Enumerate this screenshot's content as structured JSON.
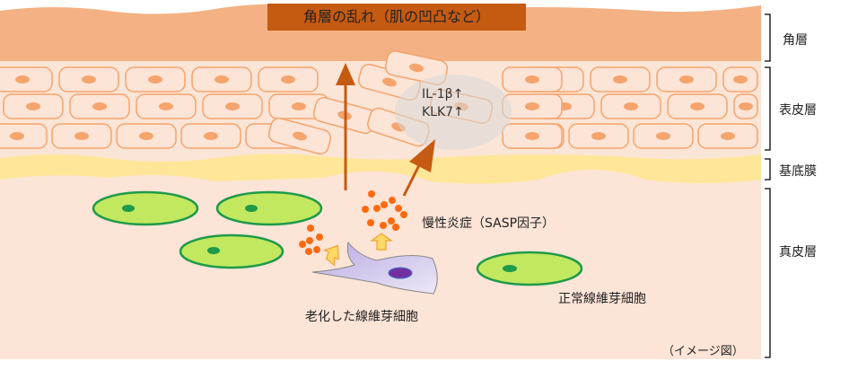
{
  "title": "角層の乱れ（肌の凹凸など）",
  "markers": [
    "IL-1β↑",
    "KLK7↑"
  ],
  "labels": {
    "inflammation": "慢性炎症（SASP因子）",
    "aged_fibroblast": "老化した線維芽細胞",
    "normal_fibroblast": "正常線維芽細胞",
    "note": "（イメージ図）"
  },
  "layers": [
    "角層",
    "表皮層",
    "基底膜",
    "真皮層"
  ],
  "colors": {
    "corneum": "#f4b183",
    "epidermis": "#fbe5d6",
    "basal": "#ffe699",
    "dermis": "#fce4d6",
    "arrow": "#c55a11",
    "cell_stroke": "#f4a46c",
    "fibroblast": "#c2e860",
    "aged": "#d9d0ee"
  }
}
